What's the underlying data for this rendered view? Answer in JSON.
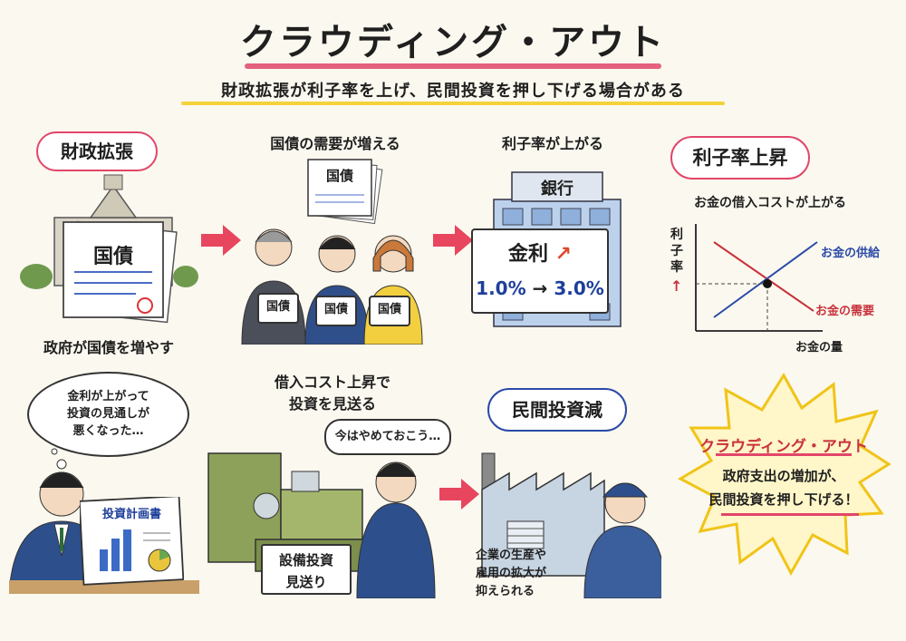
{
  "header": {
    "title": "クラウディング・アウト",
    "subtitle": "財政拡張が利子率を上げ、民間投資を押し下げる場合がある"
  },
  "panel1": {
    "badge": "財政拡張",
    "doc": "国債",
    "caption": "政府が国債を増やす"
  },
  "panel2": {
    "heading": "国債の需要が増える",
    "stack_doc": "国債",
    "held_docs": [
      "国債",
      "国債",
      "国債"
    ]
  },
  "panel3": {
    "heading": "利子率が上がる",
    "bank_sign": "銀行",
    "board_title": "金利",
    "rate_from": "1.0%",
    "rate_arrow": "→",
    "rate_to": "3.0%"
  },
  "panel4": {
    "badge": "利子率上昇",
    "heading": "お金の借入コストが上がる",
    "ylabel": "利子率",
    "xlabel": "お金の量",
    "supply_label": "お金の供給",
    "demand_label": "お金の需要"
  },
  "panel5": {
    "thought": [
      "金利が上がって",
      "投資の見通しが",
      "悪くなった…"
    ],
    "board_title": "投資計画書"
  },
  "panel6": {
    "heading_line1": "借入コスト上昇で",
    "heading_line2": "投資を見送る",
    "speech": "今はやめておこう…",
    "sign_line1": "設備投資",
    "sign_line2": "見送り"
  },
  "panel7": {
    "badge": "民間投資減",
    "caption": [
      "企業の生産や",
      "雇用の拡大が",
      "抑えられる"
    ]
  },
  "panel8": {
    "title": "クラウディング・アウト",
    "line1": "政府支出の増加が、",
    "line2": "民間投資を押し下げる！"
  },
  "colors": {
    "accent_red": "#e1466a",
    "accent_yellow": "#f4d23a",
    "supply_blue": "#2b4aa8",
    "demand_red": "#c8323c"
  }
}
